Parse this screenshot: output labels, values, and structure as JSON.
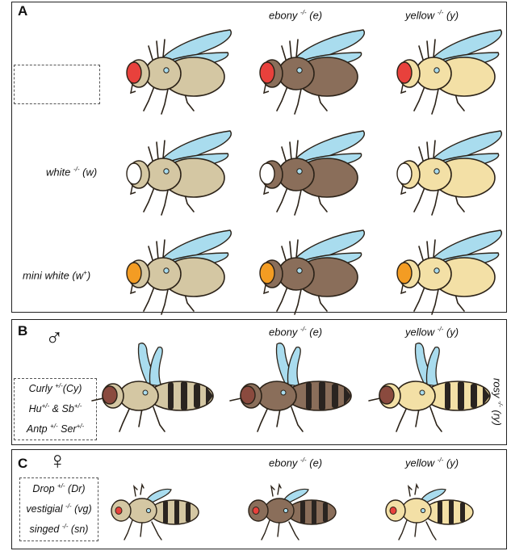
{
  "panels": {
    "A": {
      "label": "A",
      "col_headers": {
        "ebony": {
          "name": "ebony",
          "sup": "-/-",
          "abbr": "(e)"
        },
        "yellow": {
          "name": "yellow",
          "sup": "-/-",
          "abbr": "(y)"
        }
      },
      "row_labels": {
        "white": {
          "name": "white",
          "sup": "-/-",
          "abbr": "(w)"
        },
        "miniwhite": {
          "name": "mini white",
          "abbr_pre": "(w",
          "abbr_sup": "+",
          "abbr_post": ")"
        }
      }
    },
    "B": {
      "label": "B",
      "sex_symbol": "♂",
      "col_headers": {
        "ebony": {
          "name": "ebony",
          "sup": "-/-",
          "abbr": "(e)"
        },
        "yellow": {
          "name": "yellow",
          "sup": "-/-",
          "abbr": "(y)"
        }
      },
      "side_label": {
        "name": "rosy",
        "sup": "-/-",
        "abbr": "(ry)"
      },
      "markers": {
        "curly": {
          "name": "Curly",
          "sup": "+/-",
          "abbr": "(Cy)"
        },
        "hu": {
          "name": "Hu",
          "sup": "+/-",
          "amp": "&",
          "name2": "Sb",
          "sup2": "+/-"
        },
        "antp": {
          "name": "Antp",
          "sup": "+/-",
          "name2": "Ser",
          "sup2": "+/-"
        }
      }
    },
    "C": {
      "label": "C",
      "sex_symbol": "♀",
      "col_headers": {
        "ebony": {
          "name": "ebony",
          "sup": "-/-",
          "abbr": "(e)"
        },
        "yellow": {
          "name": "yellow",
          "sup": "-/-",
          "abbr": "(y)"
        }
      },
      "markers": {
        "drop": {
          "name": "Drop",
          "sup": "+/-",
          "abbr": "(Dr)"
        },
        "vestigial": {
          "name": "vestigial",
          "sup": "-/-",
          "abbr": "(vg)"
        },
        "singed": {
          "name": "singed",
          "sup": "-/-",
          "abbr": "(sn)"
        }
      }
    }
  },
  "colors": {
    "wing": "#a9dcee",
    "body_wildtype": "#d4c7a3",
    "body_ebony": "#8a6e5a",
    "body_yellow": "#f3e0a6",
    "eye_red": "#e8413c",
    "eye_white": "#ffffff",
    "eye_orange": "#f39c23",
    "eye_rosy": "#8a4a3e",
    "stripe": "#2a2420"
  },
  "icons": [
    "fly-illustration",
    "male-symbol",
    "female-symbol"
  ]
}
